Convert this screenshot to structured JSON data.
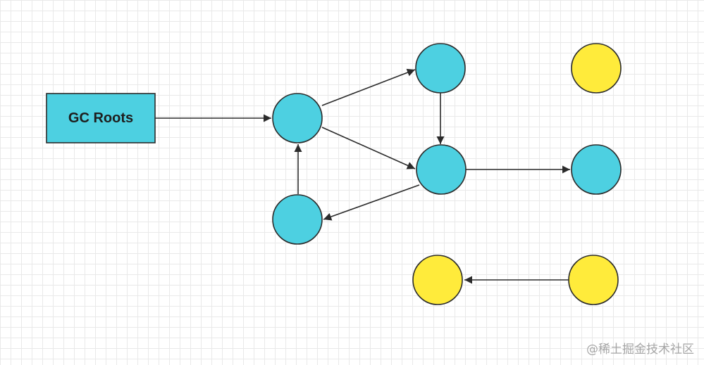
{
  "diagram": {
    "root_label": "GC Roots",
    "colors": {
      "reachable": "#4dd0e1",
      "unreachable": "#ffeb3b",
      "stroke": "#2b2b2b"
    },
    "nodes": [
      {
        "id": "root",
        "kind": "box",
        "label": "GC Roots"
      },
      {
        "id": "n1",
        "kind": "reachable"
      },
      {
        "id": "n2",
        "kind": "reachable"
      },
      {
        "id": "n3",
        "kind": "reachable"
      },
      {
        "id": "n4",
        "kind": "reachable"
      },
      {
        "id": "n5",
        "kind": "reachable"
      },
      {
        "id": "y1",
        "kind": "unreachable"
      },
      {
        "id": "y2",
        "kind": "unreachable"
      },
      {
        "id": "y3",
        "kind": "unreachable"
      }
    ],
    "edges": [
      {
        "from": "root",
        "to": "n1"
      },
      {
        "from": "n1",
        "to": "n2"
      },
      {
        "from": "n1",
        "to": "n3"
      },
      {
        "from": "n2",
        "to": "n3"
      },
      {
        "from": "n3",
        "to": "n4"
      },
      {
        "from": "n3",
        "to": "n5"
      },
      {
        "from": "n4",
        "to": "n1"
      },
      {
        "from": "y3",
        "to": "y2"
      }
    ]
  },
  "watermark": "@稀土掘金技术社区"
}
